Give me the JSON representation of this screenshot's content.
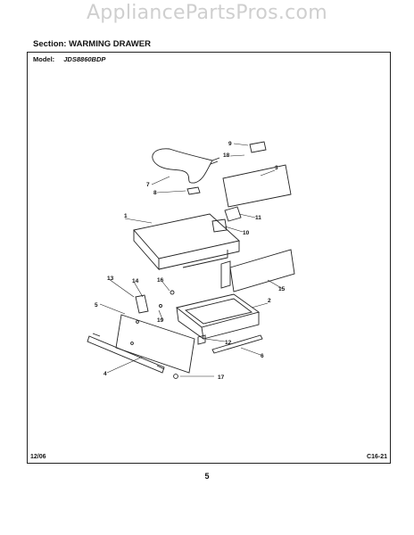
{
  "watermark": "AppliancePartsPros.com",
  "header": {
    "section_label": "Section:",
    "section_name": "WARMING DRAWER"
  },
  "model": {
    "label": "Model:",
    "value": "JDS8860BDP"
  },
  "footer": {
    "date": "12/06",
    "code": "C16-21",
    "page": "5"
  },
  "callouts": [
    {
      "id": "c1",
      "text": "1"
    },
    {
      "id": "c2",
      "text": "2"
    },
    {
      "id": "c3",
      "text": "3"
    },
    {
      "id": "c4",
      "text": "4"
    },
    {
      "id": "c5",
      "text": "5"
    },
    {
      "id": "c6",
      "text": "6"
    },
    {
      "id": "c7",
      "text": "7"
    },
    {
      "id": "c8",
      "text": "8"
    },
    {
      "id": "c9",
      "text": "9"
    },
    {
      "id": "c10",
      "text": "10"
    },
    {
      "id": "c11",
      "text": "11"
    },
    {
      "id": "c12",
      "text": "12"
    },
    {
      "id": "c13",
      "text": "13"
    },
    {
      "id": "c14",
      "text": "14"
    },
    {
      "id": "c15",
      "text": "15"
    },
    {
      "id": "c16",
      "text": "16"
    },
    {
      "id": "c17",
      "text": "17"
    },
    {
      "id": "c18",
      "text": "18"
    },
    {
      "id": "c19",
      "text": "19"
    }
  ]
}
